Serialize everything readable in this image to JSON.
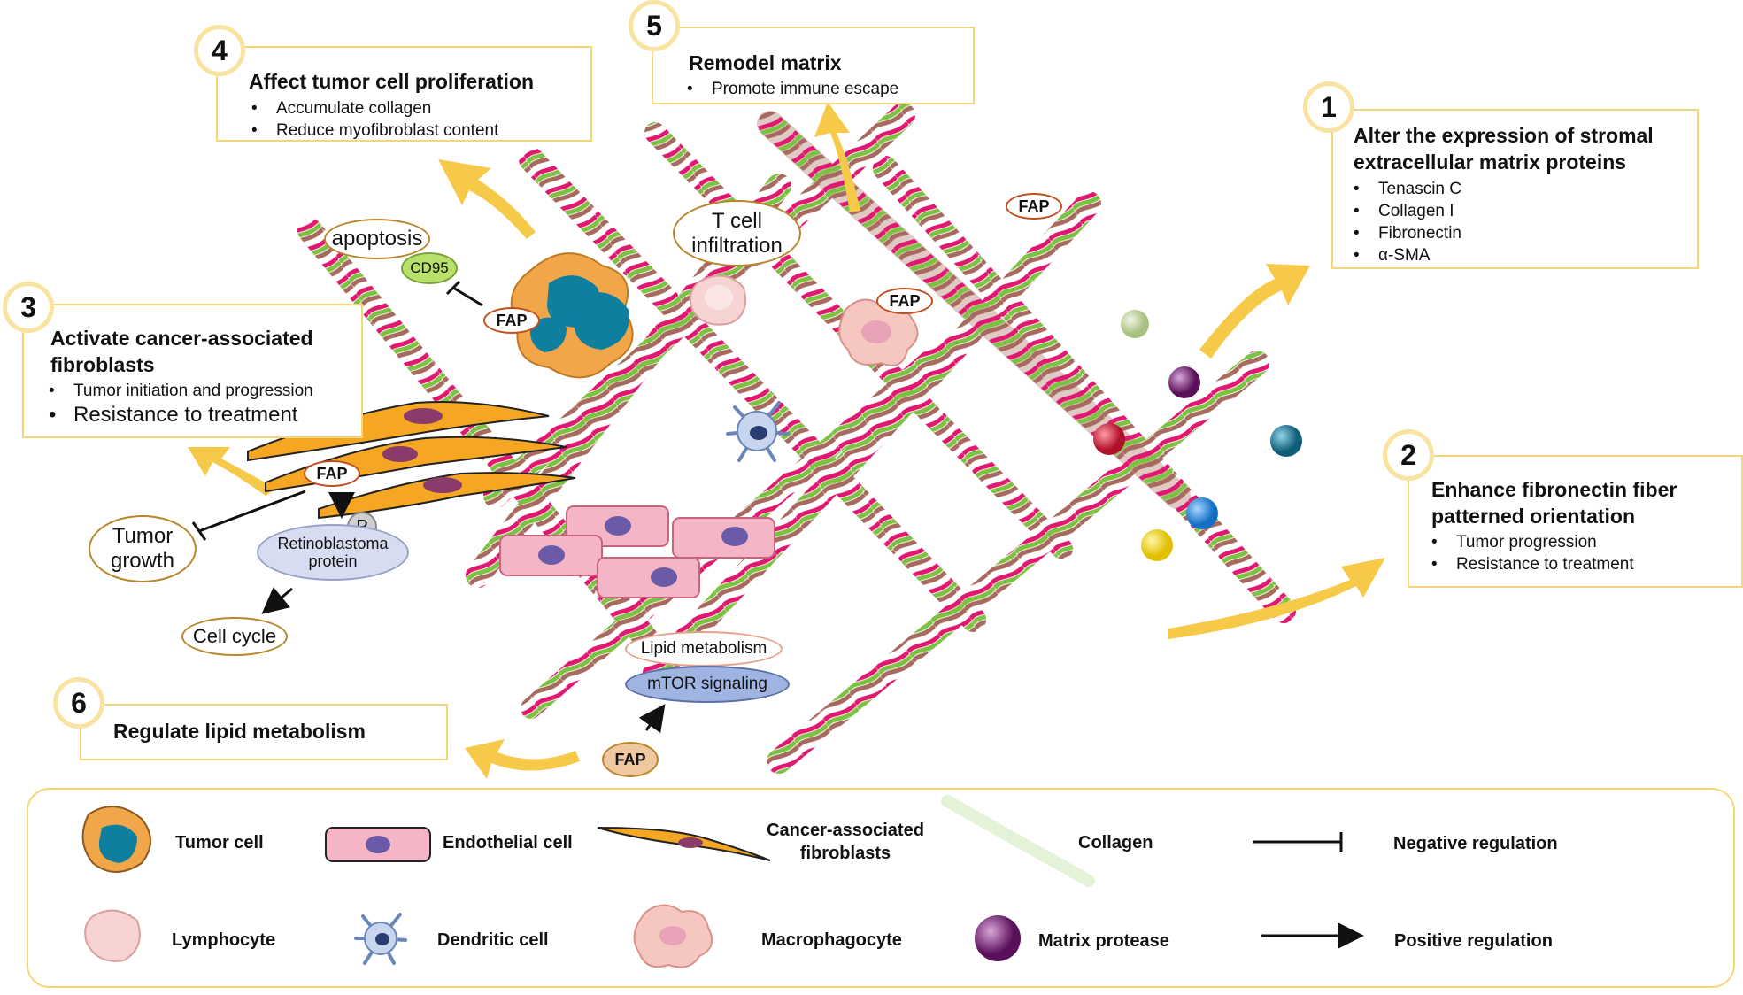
{
  "boxes": {
    "b1": {
      "num": "1",
      "title": "Alter the expression of stromal extracellular matrix proteins",
      "items": [
        "Tenascin C",
        "Collagen I",
        "Fibronectin",
        "α-SMA"
      ]
    },
    "b2": {
      "num": "2",
      "title": "Enhance fibronectin fiber patterned orientation",
      "items": [
        "Tumor progression",
        "Resistance to treatment"
      ]
    },
    "b3": {
      "num": "3",
      "title": "Activate cancer-associated fibroblasts",
      "items": [
        "Tumor initiation and progression",
        "Resistance to treatment"
      ]
    },
    "b4": {
      "num": "4",
      "title": "Affect tumor cell proliferation",
      "items": [
        "Accumulate collagen",
        "Reduce myofibroblast content"
      ]
    },
    "b5": {
      "num": "5",
      "title": "Remodel matrix",
      "items": [
        "Promote immune escape"
      ]
    },
    "b6": {
      "num": "6",
      "title": "Regulate lipid metabolism"
    }
  },
  "labels": {
    "apoptosis": "apoptosis",
    "cd95": "CD95",
    "fap": "FAP",
    "t_cell": "T cell infiltration",
    "p": "P",
    "rb": "Retinoblastoma protein",
    "tumor_growth": "Tumor growth",
    "cell_cycle": "Cell cycle",
    "lipid": "Lipid metabolism",
    "mtor": "mTOR signaling"
  },
  "legend": {
    "tumor_cell": "Tumor cell",
    "endothelial_cell": "Endothelial cell",
    "caf": "Cancer-associated fibroblasts",
    "collagen": "Collagen",
    "negative_regulation": "Negative regulation",
    "lymphocyte": "Lymphocyte",
    "dendritic_cell": "Dendritic cell",
    "macrophagocyte": "Macrophagocyte",
    "matrix_protease": "Matrix protease",
    "positive_regulation": "Positive regulation"
  },
  "colors": {
    "box_border": "#f3d77a",
    "arrow_yellow": "#f7c948",
    "collagen_pink": "#e0186f",
    "collagen_green": "#7cc242",
    "collagen_brown": "#a86a5f",
    "tumor_cell": "#f2a64a",
    "nucleus_teal": "#0f7fa0",
    "endothelial": "#f4b6c6",
    "caf": "#f5a623",
    "protease_purple": "#6b1a6b"
  }
}
